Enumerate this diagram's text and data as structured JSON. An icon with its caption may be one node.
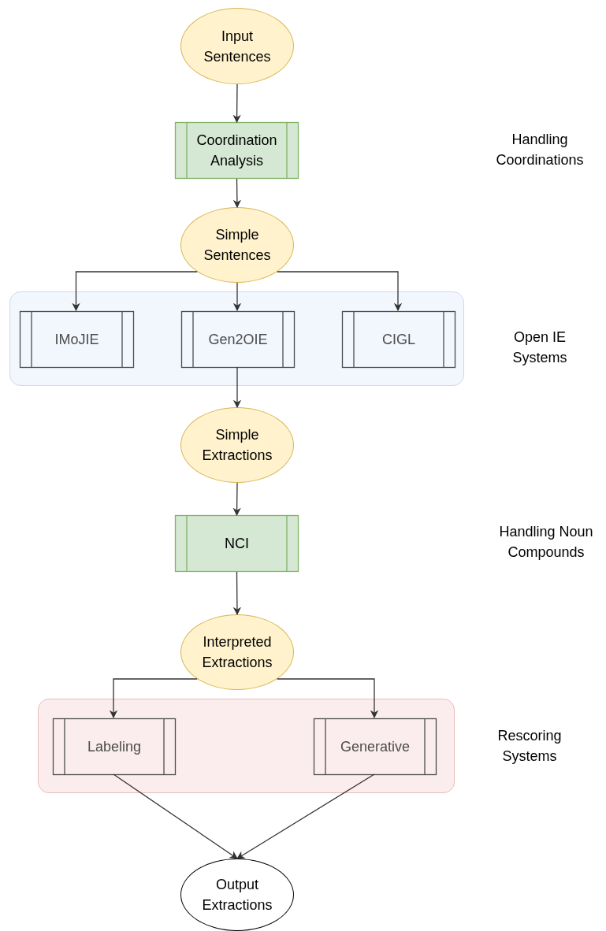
{
  "diagram": {
    "nodes": [
      {
        "text": [
          "Input Sentences"
        ]
      },
      {
        "text": [
          "Coordination Analysis"
        ]
      },
      {
        "text": [
          "Simple Sentences"
        ]
      },
      {
        "text": [],
        "shape": "box"
      },
      {
        "text": [
          "IMoJIE"
        ],
        "in": 3
      },
      {
        "text": [
          "Gen2OIE"
        ],
        "in": 3
      },
      {
        "text": [
          "CIGL"
        ],
        "in": 3
      },
      {
        "text": [
          "Simple Extractions"
        ]
      },
      {
        "text": [
          "NCI"
        ]
      },
      {
        "text": [
          "Interpreted Extractions"
        ]
      },
      {
        "text": [],
        "shape": "box"
      },
      {
        "text": [
          "Labeling"
        ],
        "in": 10
      },
      {
        "text": [
          "Generative"
        ],
        "in": 10
      },
      {
        "text": [
          "Output Extractions"
        ]
      }
    ],
    "edges": [
      {
        "from": 0,
        "to": 1,
        "arrow": "to"
      },
      {
        "from": 1,
        "to": 2,
        "arrow": "to"
      },
      {
        "from": 2,
        "to": 4,
        "arrow": "to"
      },
      {
        "from": 2,
        "to": 5,
        "arrow": "to"
      },
      {
        "from": 2,
        "to": 6,
        "arrow": "to"
      },
      {
        "from": 5,
        "to": 7,
        "arrow": "to"
      },
      {
        "from": 7,
        "to": 8,
        "arrow": "to"
      },
      {
        "from": 8,
        "to": 9,
        "arrow": "to"
      },
      {
        "from": 9,
        "to": 11,
        "arrow": "to"
      },
      {
        "from": 9,
        "to": 12,
        "arrow": "to"
      },
      {
        "from": 11,
        "to": 13,
        "arrow": "to"
      },
      {
        "from": 12,
        "to": 13,
        "arrow": "to"
      }
    ],
    "labels": [
      "Handling Coordinations",
      "Open IE Systems",
      "Handling Noun Compounds",
      "Rescoring Systems"
    ]
  }
}
